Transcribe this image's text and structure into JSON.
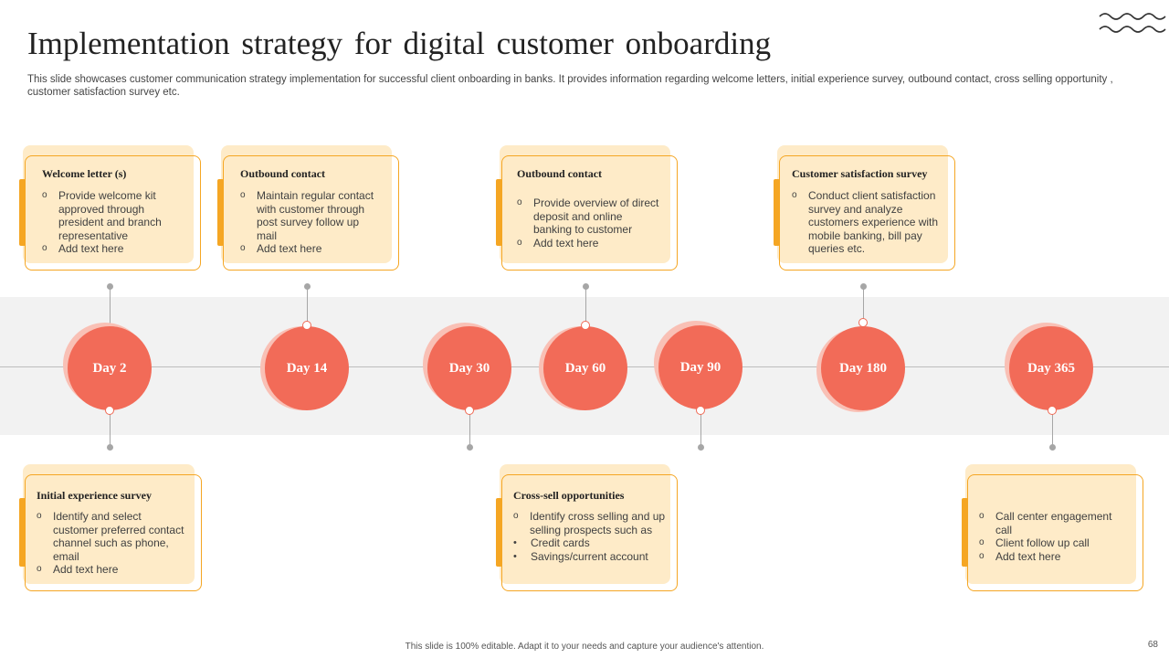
{
  "header": {
    "title": "Implementation strategy for digital customer onboarding",
    "subtitle": "This slide showcases customer communication strategy implementation for successful client onboarding in banks. It provides information regarding welcome letters, initial experience survey, outbound contact, cross selling opportunity , customer satisfaction survey etc."
  },
  "timeline": {
    "days": [
      "Day 2",
      "Day 14",
      "Day 30",
      "Day 60",
      "Day 90",
      "Day 180",
      "Day 365"
    ]
  },
  "cards": {
    "welcome": {
      "title": "Welcome letter (s)",
      "items": [
        "Provide welcome kit approved through president and branch representative",
        "Add text here"
      ]
    },
    "outbound1": {
      "title": "Outbound  contact",
      "items": [
        "Maintain regular contact with customer through post survey follow up mail",
        "Add text here"
      ]
    },
    "outbound2": {
      "title": "Outbound  contact",
      "items": [
        "Provide overview of direct deposit and online banking to customer",
        "Add text here"
      ]
    },
    "satisfaction": {
      "title": "Customer  satisfaction survey",
      "items": [
        "Conduct client satisfaction survey and analyze customers experience with mobile banking, bill pay queries etc."
      ]
    },
    "initial": {
      "title": "Initial experience survey",
      "items": [
        "Identify and select customer preferred contact channel such as phone, email",
        "Add text here"
      ]
    },
    "crosssell": {
      "title": "Cross-sell opportunities",
      "items": [
        "Identify cross selling and up selling prospects such as"
      ],
      "subitems": [
        "Credit cards",
        "Savings/current account"
      ]
    },
    "callcenter": {
      "items": [
        "Call center engagement call",
        "Client follow up call",
        "Add text here"
      ]
    }
  },
  "footer": {
    "note": "This slide is 100% editable. Adapt it to your needs and capture your audience's attention.",
    "page_number": "68"
  },
  "colors": {
    "accent": "#f5a623",
    "circle": "#f26b58",
    "card_fill": "#feebc8",
    "band": "#f2f2f2"
  }
}
